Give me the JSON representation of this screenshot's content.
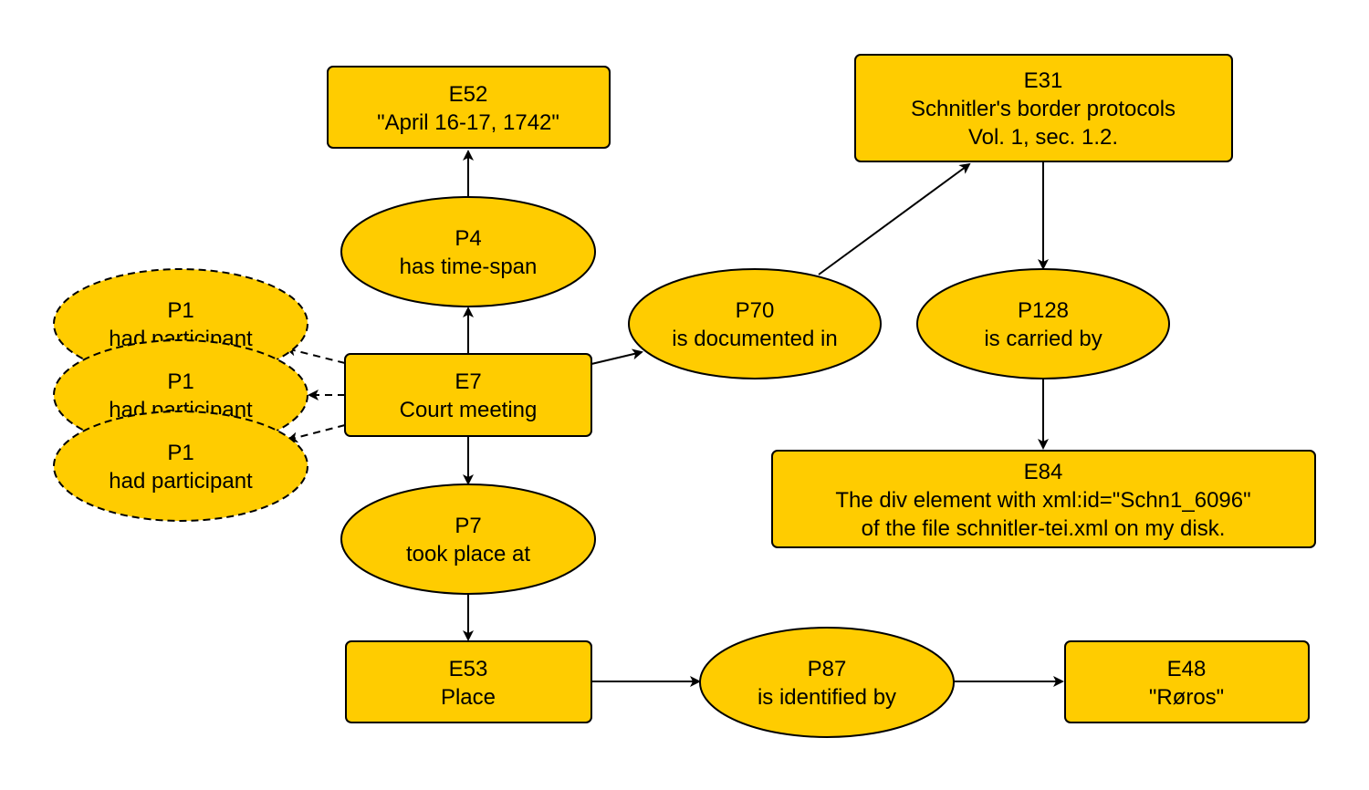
{
  "colors": {
    "node_fill": "#ffcc00",
    "node_stroke": "#000000",
    "edge": "#000000",
    "background": "#ffffff"
  },
  "nodes": {
    "e52": {
      "code": "E52",
      "label": "\"April 16-17, 1742\""
    },
    "e31": {
      "code": "E31",
      "label": "Schnitler's border protocols",
      "label2": "Vol. 1, sec. 1.2."
    },
    "p4": {
      "code": "P4",
      "label": "has time-span"
    },
    "p70": {
      "code": "P70",
      "label": "is documented in"
    },
    "p128": {
      "code": "P128",
      "label": "is carried by"
    },
    "p1a": {
      "code": "P1",
      "label": "had participant"
    },
    "p1b": {
      "code": "P1",
      "label": "had participant"
    },
    "p1c": {
      "code": "P1",
      "label": "had participant"
    },
    "e7": {
      "code": "E7",
      "label": "Court meeting"
    },
    "e84": {
      "code": "E84",
      "label": "The div element with xml:id=\"Schn1_6096\"",
      "label2": "of the file schnitler-tei.xml on my disk."
    },
    "p7": {
      "code": "P7",
      "label": "took place at"
    },
    "e53": {
      "code": "E53",
      "label": "Place"
    },
    "p87": {
      "code": "P87",
      "label": "is identified by"
    },
    "e48": {
      "code": "E48",
      "label": "\"Røros\""
    }
  }
}
